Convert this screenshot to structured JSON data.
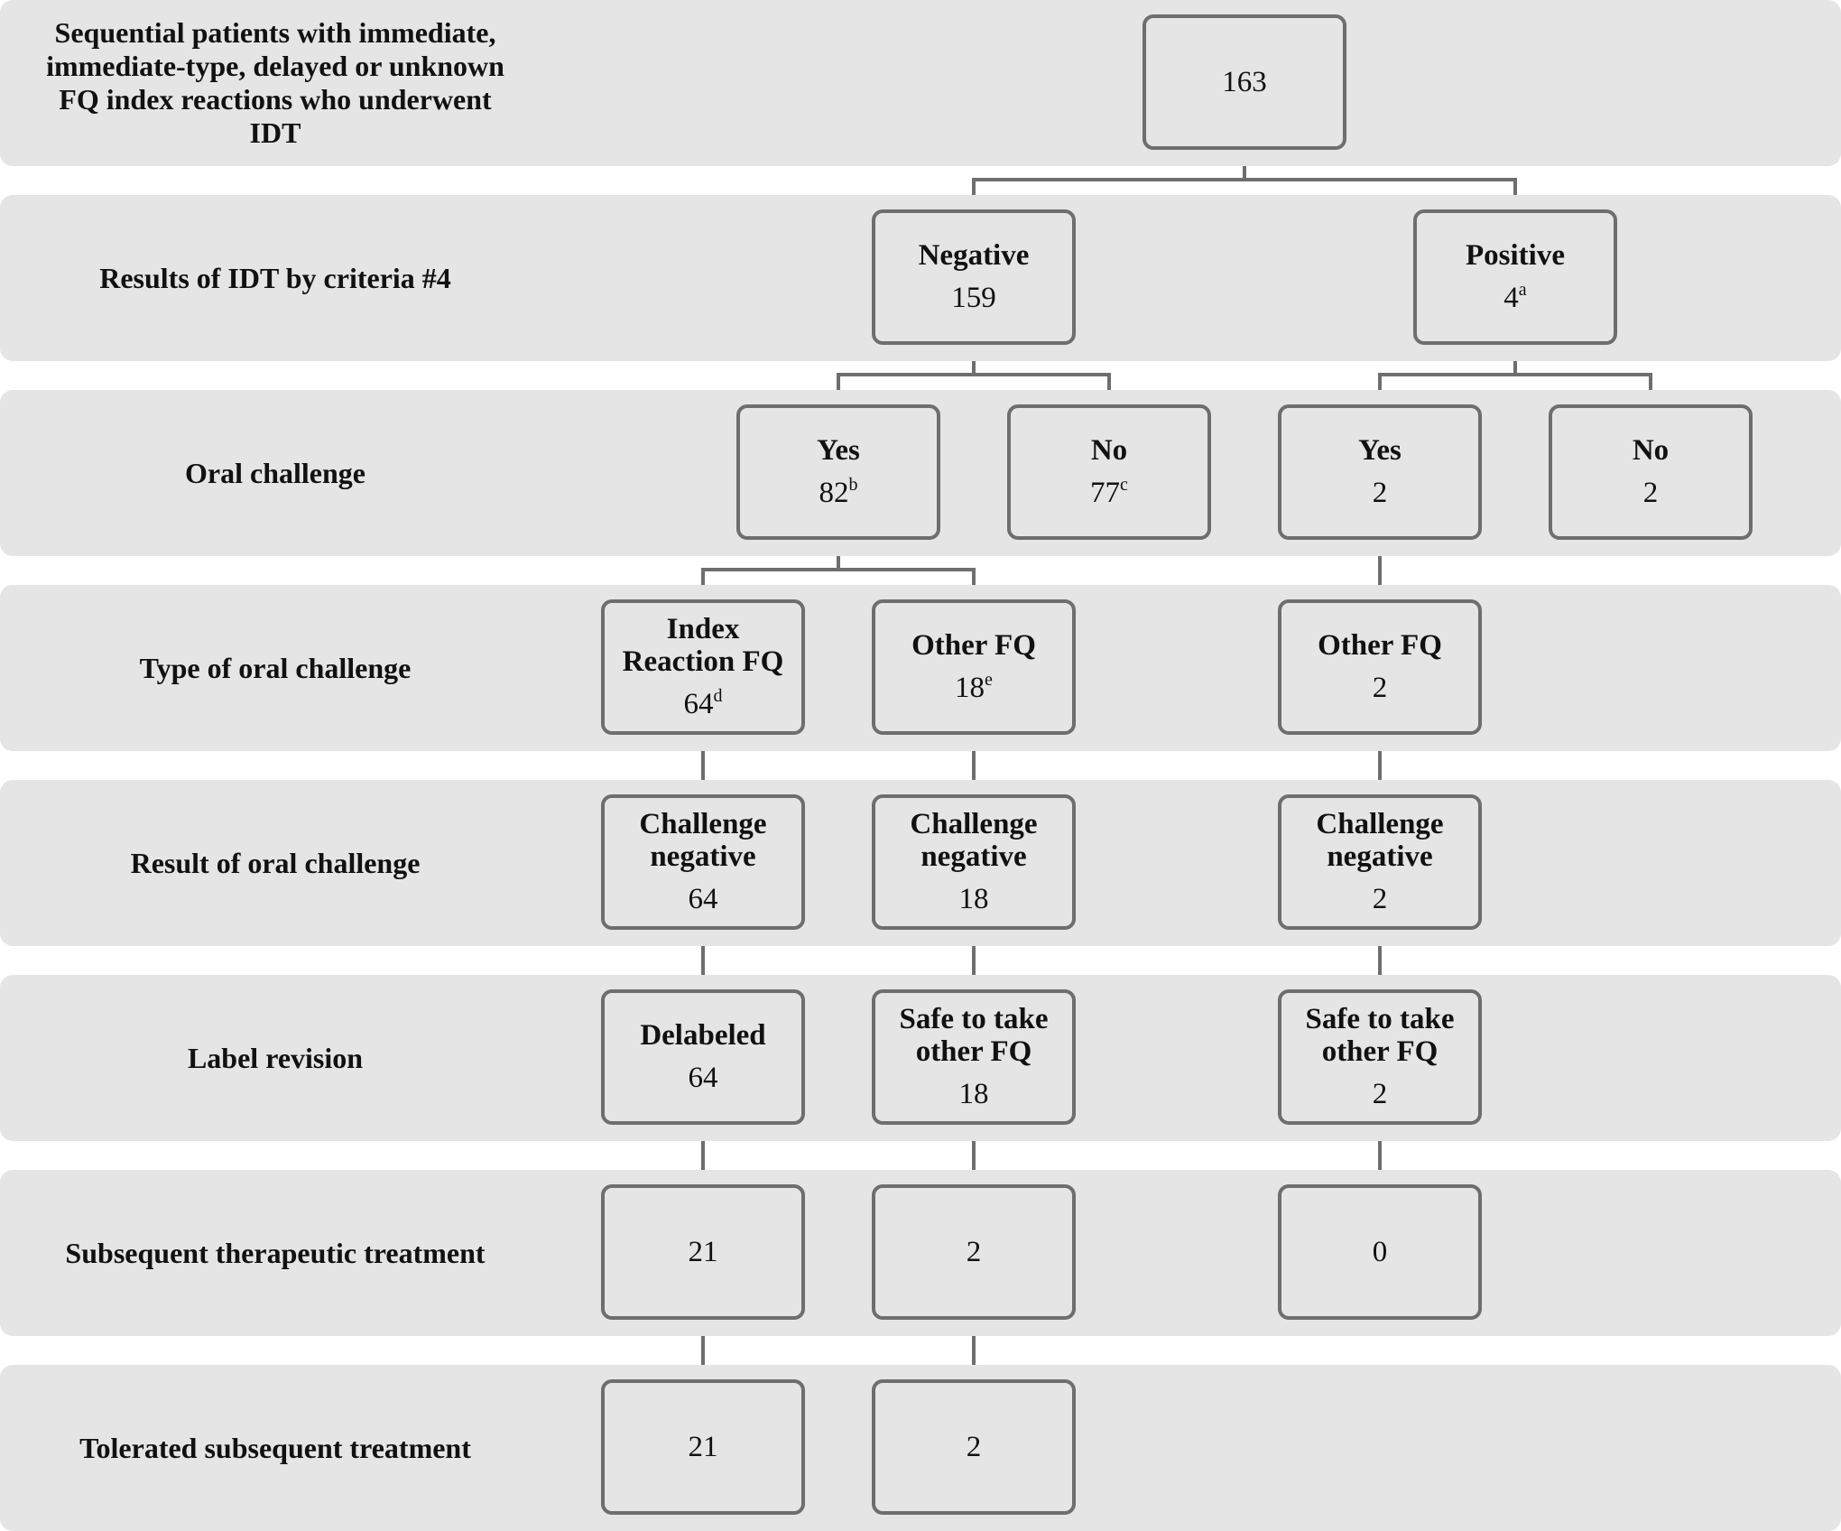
{
  "rows": [
    {
      "id": "patients",
      "label_lines": [
        "Sequential patients with immediate,",
        "immediate-type, delayed or unknown",
        "FQ index reactions who underwent",
        "IDT"
      ]
    },
    {
      "id": "idt-results",
      "label_lines": [
        "Results of IDT by criteria #4"
      ]
    },
    {
      "id": "oral-challenge",
      "label_lines": [
        "Oral challenge"
      ]
    },
    {
      "id": "challenge-type",
      "label_lines": [
        "Type of oral challenge"
      ]
    },
    {
      "id": "challenge-result",
      "label_lines": [
        "Result of oral challenge"
      ]
    },
    {
      "id": "label-revision",
      "label_lines": [
        "Label revision"
      ]
    },
    {
      "id": "subsequent-treatment",
      "label_lines": [
        "Subsequent therapeutic treatment"
      ]
    },
    {
      "id": "tolerated-treatment",
      "label_lines": [
        "Tolerated subsequent treatment"
      ]
    }
  ],
  "nodes": {
    "total": {
      "title_lines": [],
      "count": "163",
      "footnote": ""
    },
    "negative": {
      "title_lines": [
        "Negative"
      ],
      "count": "159",
      "footnote": ""
    },
    "positive": {
      "title_lines": [
        "Positive"
      ],
      "count": "4",
      "footnote": "a"
    },
    "neg_yes": {
      "title_lines": [
        "Yes"
      ],
      "count": "82",
      "footnote": "b"
    },
    "neg_no": {
      "title_lines": [
        "No"
      ],
      "count": "77",
      "footnote": "c"
    },
    "pos_yes": {
      "title_lines": [
        "Yes"
      ],
      "count": "2",
      "footnote": ""
    },
    "pos_no": {
      "title_lines": [
        "No"
      ],
      "count": "2",
      "footnote": ""
    },
    "index_fq": {
      "title_lines": [
        "Index",
        "Reaction FQ"
      ],
      "count": "64",
      "footnote": "d"
    },
    "other_fq_neg": {
      "title_lines": [
        "Other FQ"
      ],
      "count": "18",
      "footnote": "e"
    },
    "other_fq_pos": {
      "title_lines": [
        "Other FQ"
      ],
      "count": "2",
      "footnote": ""
    },
    "chal_neg_index": {
      "title_lines": [
        "Challenge",
        "negative"
      ],
      "count": "64",
      "footnote": ""
    },
    "chal_neg_other": {
      "title_lines": [
        "Challenge",
        "negative"
      ],
      "count": "18",
      "footnote": ""
    },
    "chal_neg_pos": {
      "title_lines": [
        "Challenge",
        "negative"
      ],
      "count": "2",
      "footnote": ""
    },
    "delabeled": {
      "title_lines": [
        "Delabeled"
      ],
      "count": "64",
      "footnote": ""
    },
    "safe_other": {
      "title_lines": [
        "Safe to take",
        "other FQ"
      ],
      "count": "18",
      "footnote": ""
    },
    "safe_pos": {
      "title_lines": [
        "Safe to take",
        "other FQ"
      ],
      "count": "2",
      "footnote": ""
    },
    "subseq_index": {
      "title_lines": [],
      "count": "21",
      "footnote": ""
    },
    "subseq_other": {
      "title_lines": [],
      "count": "2",
      "footnote": ""
    },
    "subseq_pos": {
      "title_lines": [],
      "count": "0",
      "footnote": ""
    },
    "tol_index": {
      "title_lines": [],
      "count": "21",
      "footnote": ""
    },
    "tol_other": {
      "title_lines": [],
      "count": "2",
      "footnote": ""
    }
  },
  "edges": [
    [
      "total",
      "negative"
    ],
    [
      "total",
      "positive"
    ],
    [
      "negative",
      "neg_yes"
    ],
    [
      "negative",
      "neg_no"
    ],
    [
      "positive",
      "pos_yes"
    ],
    [
      "positive",
      "pos_no"
    ],
    [
      "neg_yes",
      "index_fq"
    ],
    [
      "neg_yes",
      "other_fq_neg"
    ],
    [
      "pos_yes",
      "other_fq_pos"
    ],
    [
      "index_fq",
      "chal_neg_index"
    ],
    [
      "other_fq_neg",
      "chal_neg_other"
    ],
    [
      "other_fq_pos",
      "chal_neg_pos"
    ],
    [
      "chal_neg_index",
      "delabeled"
    ],
    [
      "chal_neg_other",
      "safe_other"
    ],
    [
      "chal_neg_pos",
      "safe_pos"
    ],
    [
      "delabeled",
      "subseq_index"
    ],
    [
      "safe_other",
      "subseq_other"
    ],
    [
      "safe_pos",
      "subseq_pos"
    ],
    [
      "subseq_index",
      "tol_index"
    ],
    [
      "subseq_other",
      "tol_other"
    ]
  ]
}
